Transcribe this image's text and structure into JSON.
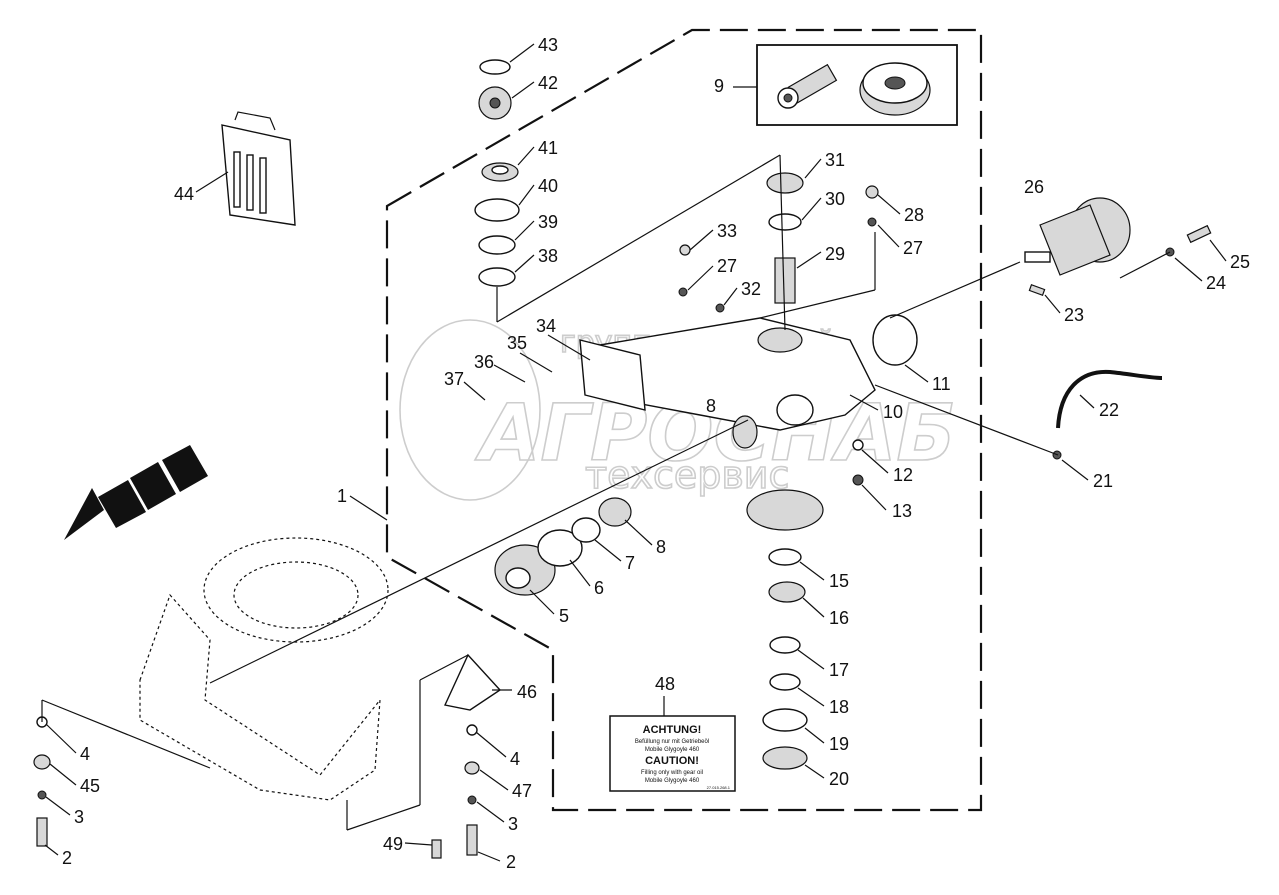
{
  "watermark": {
    "line1": "группа компаний",
    "line2": "АГРОСНАБ",
    "line3": "техсервис"
  },
  "warning_label": {
    "title_de": "ACHTUNG!",
    "line1_de": "Befüllung nur mit  Getriebeöl",
    "line2_de": "Mobile Glygoyle 460",
    "title_en": "CAUTION!",
    "line1_en": "Filling only with gear oil",
    "line2_en": "Mobile Glygoyle 460",
    "code": "27.015.268.1"
  },
  "callouts": [
    "1",
    "2",
    "3",
    "4",
    "5",
    "6",
    "7",
    "8",
    "9",
    "10",
    "11",
    "12",
    "13",
    "15",
    "16",
    "17",
    "18",
    "19",
    "20",
    "21",
    "22",
    "23",
    "24",
    "25",
    "26",
    "27",
    "28",
    "29",
    "30",
    "31",
    "32",
    "33",
    "34",
    "35",
    "36",
    "37",
    "38",
    "39",
    "40",
    "41",
    "42",
    "43",
    "44",
    "45",
    "46",
    "47",
    "48",
    "49"
  ]
}
